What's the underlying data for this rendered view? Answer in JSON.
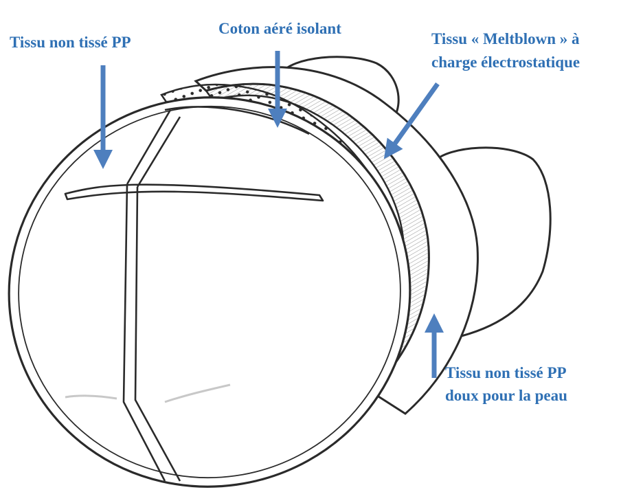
{
  "colors": {
    "label": "#2f70b4",
    "arrow": "#4e7fbe",
    "ink": "#2a2a2a"
  },
  "labels": {
    "outer_layer": "Tissu non tissé PP",
    "cotton_layer": "Coton aéré isolant",
    "meltblown_line1": "Tissu « Meltblown » à",
    "meltblown_line2": "charge électrostatique",
    "inner_layer_line1": "Tissu non tissé PP",
    "inner_layer_line2": "doux pour la peau"
  }
}
